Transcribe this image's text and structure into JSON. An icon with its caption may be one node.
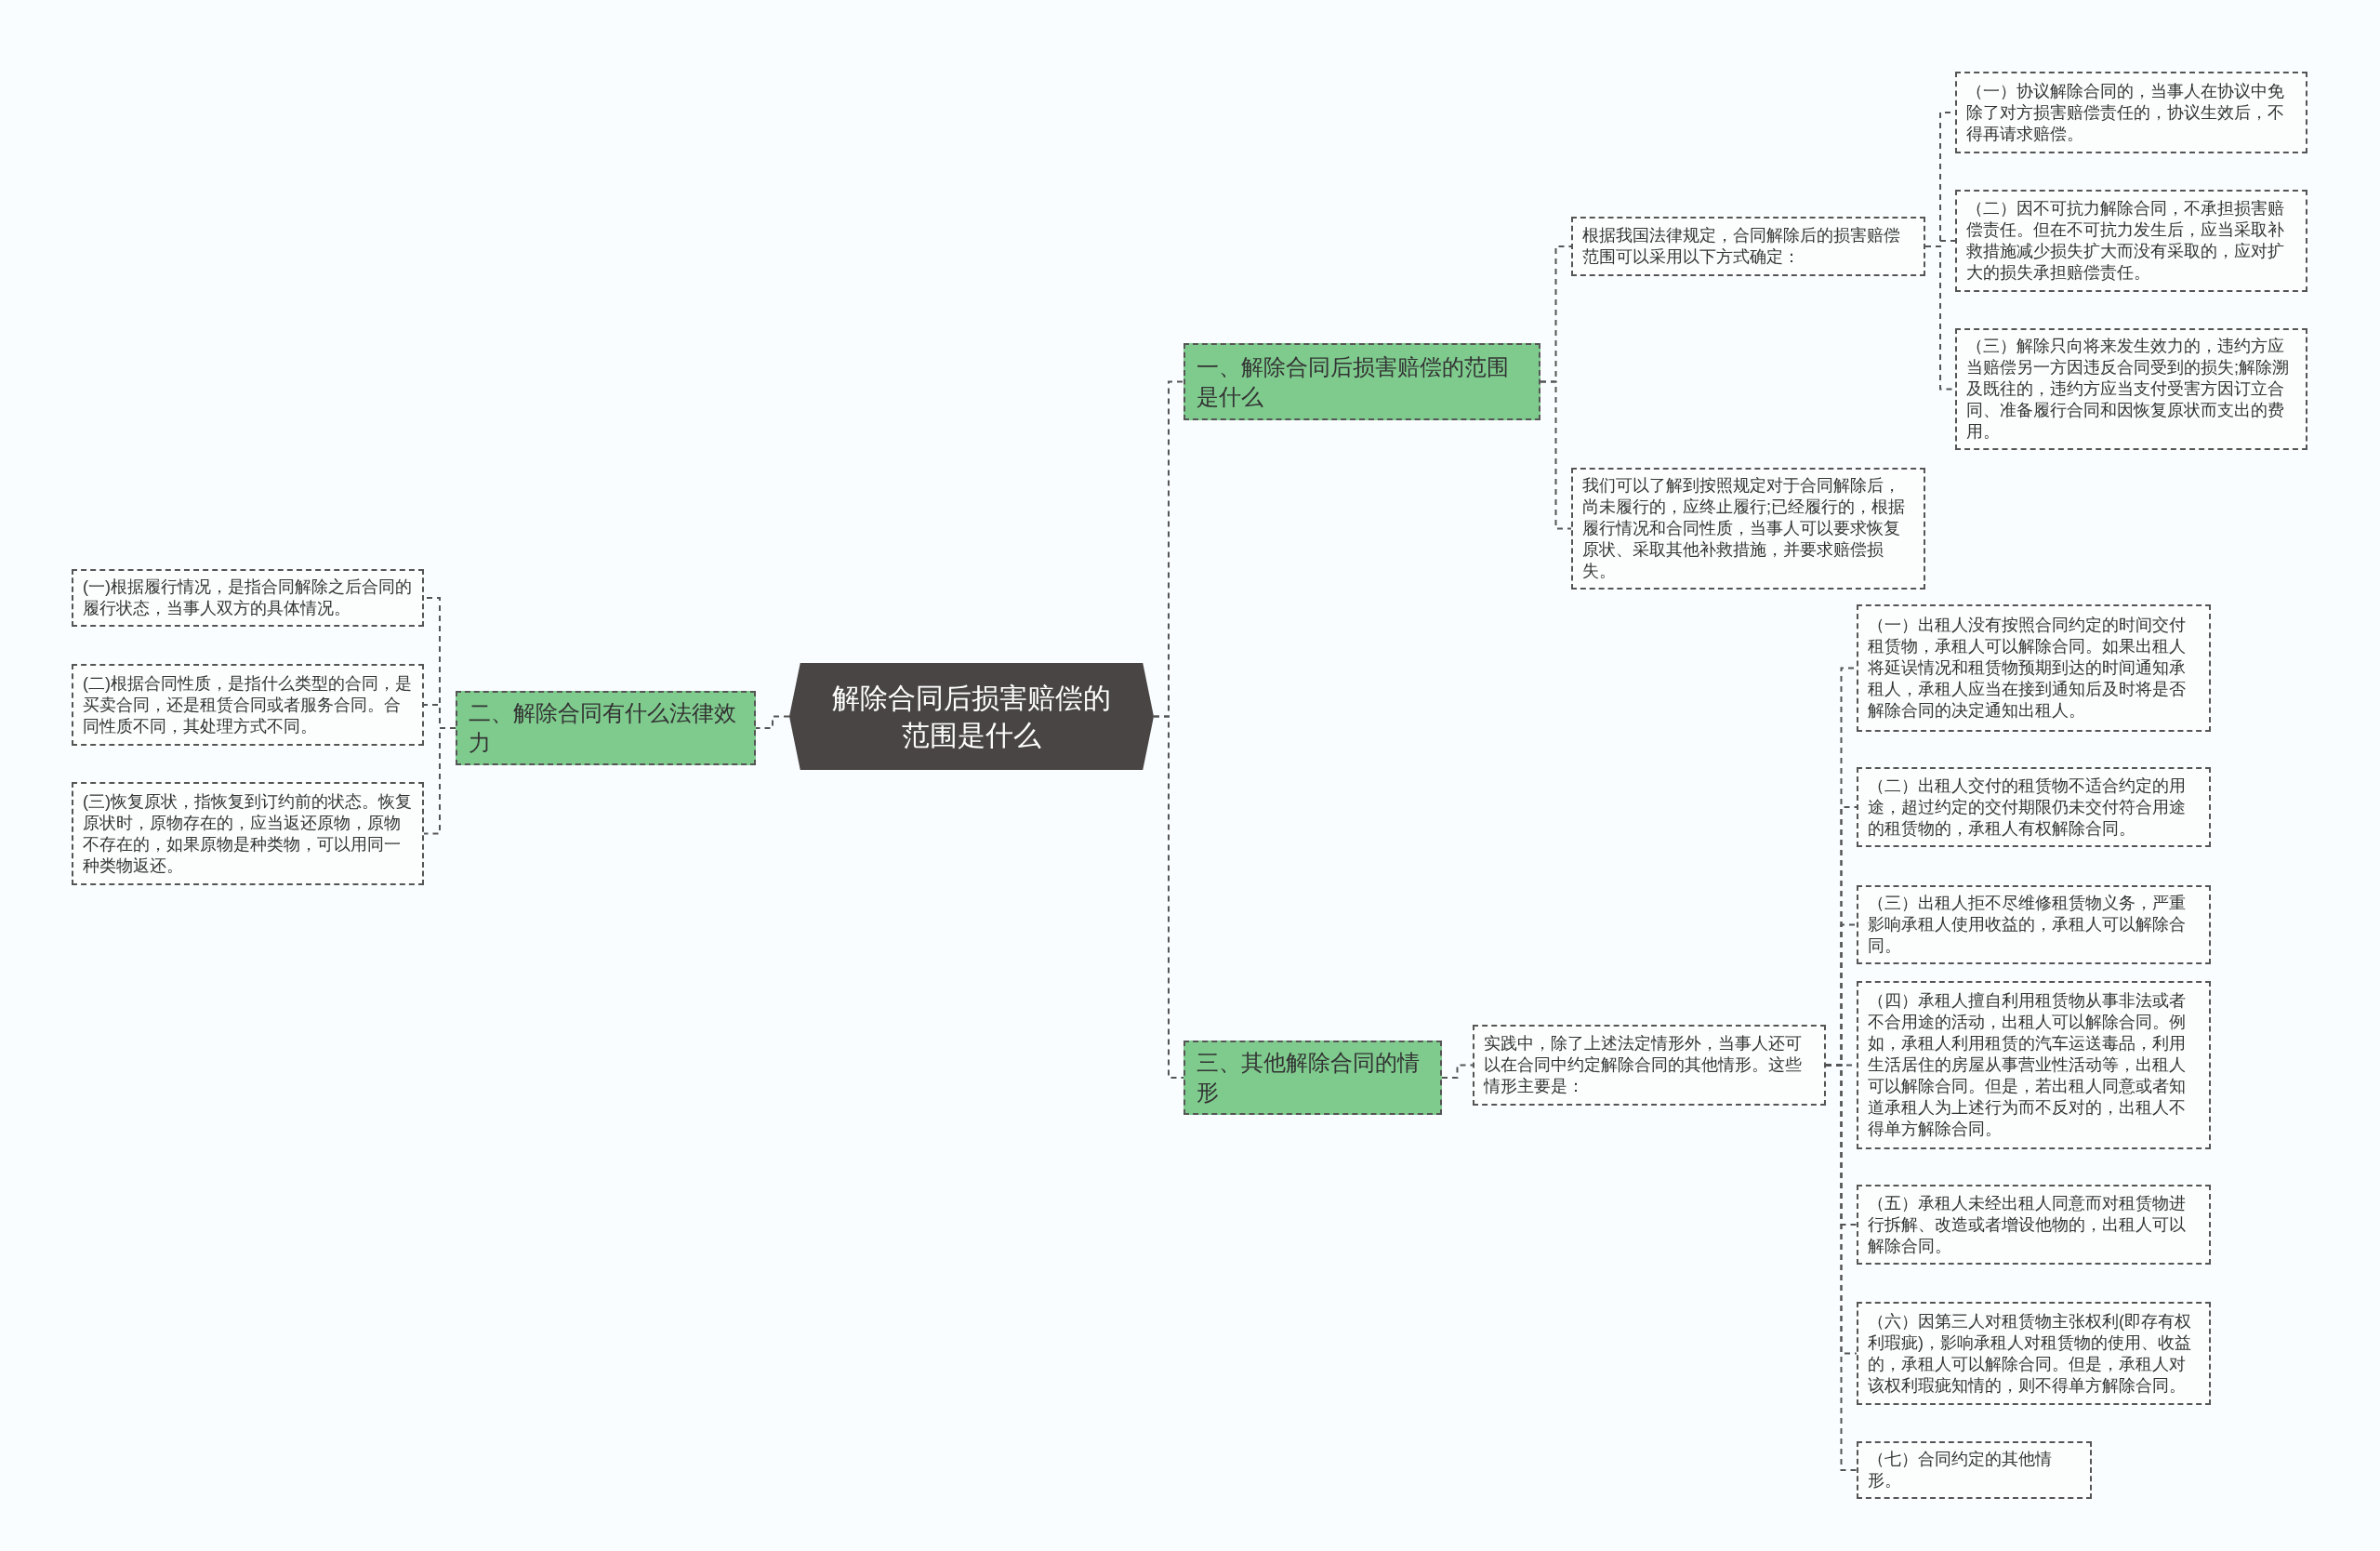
{
  "diagram": {
    "nodes": [
      {
        "text": [
          "解除合同后损害赔偿的范围是什么"
        ]
      },
      {
        "text": [
          "一、解除合同后损害赔偿的范围是什么"
        ]
      },
      {
        "text": [
          "根据我国法律规定，合同解除后的损害赔偿范围可以采用以下方式确定："
        ]
      },
      {
        "text": [
          "（一）协议解除合同的，当事人在协议中免除了对方损害赔偿责任的，协议生效后，不得再请求赔偿。"
        ]
      },
      {
        "text": [
          "（二）因不可抗力解除合同，不承担损害赔偿责任。但在不可抗力发生后，应当采取补救措施减少损失扩大而没有采取的，应对扩大的损失承担赔偿责任。"
        ]
      },
      {
        "text": [
          "（三）解除只向将来发生效力的，违约方应当赔偿另一方因违反合同受到的损失;解除溯及既往的，违约方应当支付受害方因订立合同、准备履行合同和因恢复原状而支出的费用。"
        ]
      },
      {
        "text": [
          "我们可以了解到按照规定对于合同解除后，尚未履行的，应终止履行;已经履行的，根据履行情况和合同性质，当事人可以要求恢复原状、采取其他补救措施，并要求赔偿损失。"
        ]
      },
      {
        "text": [
          "二、解除合同有什么法律效力"
        ]
      },
      {
        "text": [
          "(一)根据履行情况，是指合同解除之后合同的履行状态，当事人双方的具体情况。"
        ]
      },
      {
        "text": [
          "(二)根据合同性质，是指什么类型的合同，是买卖合同，还是租赁合同或者服务合同。合同性质不同，其处理方式不同。"
        ]
      },
      {
        "text": [
          "(三)恢复原状，指恢复到订约前的状态。恢复原状时，原物存在的，应当返还原物，原物不存在的，如果原物是种类物，可以用同一种类物返还。"
        ]
      },
      {
        "text": [
          "三、其他解除合同的情形"
        ]
      },
      {
        "text": [
          "实践中，除了上述法定情形外，当事人还可以在合同中约定解除合同的其他情形。这些情形主要是："
        ]
      },
      {
        "text": [
          "（一）出租人没有按照合同约定的时间交付租赁物，承租人可以解除合同。如果出租人将延误情况和租赁物预期到达的时间通知承租人，承租人应当在接到通知后及时将是否解除合同的决定通知出租人。"
        ]
      },
      {
        "text": [
          "（二）出租人交付的租赁物不适合约定的用途，超过约定的交付期限仍未交付符合用途的租赁物的，承租人有权解除合同。"
        ]
      },
      {
        "text": [
          "（三）出租人拒不尽维修租赁物义务，严重影响承租人使用收益的，承租人可以解除合同。"
        ]
      },
      {
        "text": [
          "（四）承租人擅自利用租赁物从事非法或者不合用途的活动，出租人可以解除合同。例如，承租人利用租赁的汽车运送毒品，利用生活居住的房屋从事营业性活动等，出租人可以解除合同。但是，若出租人同意或者知道承租人为上述行为而不反对的，出租人不得单方解除合同。"
        ]
      },
      {
        "text": [
          "（五）承租人未经出租人同意而对租赁物进行拆解、改造或者增设他物的，出租人可以解除合同。"
        ]
      },
      {
        "text": [
          "（六）因第三人对租赁物主张权利(即存有权利瑕疵)，影响承租人对租赁物的使用、收益的，承租人可以解除合同。但是，承租人对该权利瑕疵知情的，则不得单方解除合同。"
        ]
      },
      {
        "text": [
          "（七）合同约定的其他情形。"
        ]
      }
    ],
    "edges": [
      {
        "from": 0,
        "to": 1,
        "arrow": "none"
      },
      {
        "from": 1,
        "to": 2,
        "arrow": "none"
      },
      {
        "from": 2,
        "to": 3,
        "arrow": "none"
      },
      {
        "from": 2,
        "to": 4,
        "arrow": "none"
      },
      {
        "from": 2,
        "to": 5,
        "arrow": "none"
      },
      {
        "from": 1,
        "to": 6,
        "arrow": "none"
      },
      {
        "from": 0,
        "to": 7,
        "arrow": "none"
      },
      {
        "from": 7,
        "to": 8,
        "arrow": "none"
      },
      {
        "from": 7,
        "to": 9,
        "arrow": "none"
      },
      {
        "from": 7,
        "to": 10,
        "arrow": "none"
      },
      {
        "from": 0,
        "to": 11,
        "arrow": "none"
      },
      {
        "from": 11,
        "to": 12,
        "arrow": "none"
      },
      {
        "from": 12,
        "to": 13,
        "arrow": "none"
      },
      {
        "from": 12,
        "to": 14,
        "arrow": "none"
      },
      {
        "from": 12,
        "to": 15,
        "arrow": "none"
      },
      {
        "from": 12,
        "to": 16,
        "arrow": "none"
      },
      {
        "from": 12,
        "to": 17,
        "arrow": "none"
      },
      {
        "from": 12,
        "to": 18,
        "arrow": "none"
      },
      {
        "from": 12,
        "to": 19,
        "arrow": "none"
      }
    ]
  }
}
